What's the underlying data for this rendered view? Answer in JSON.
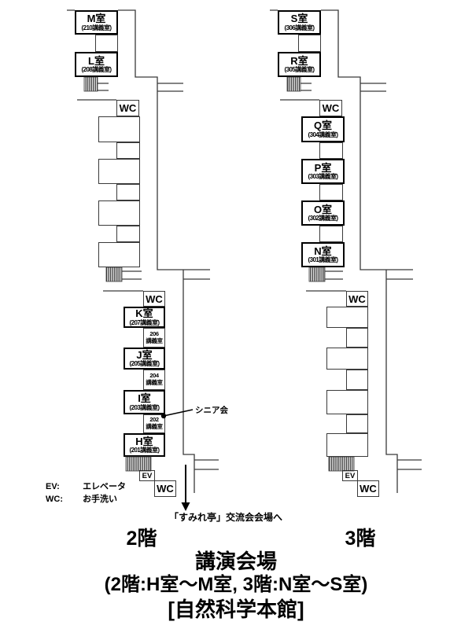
{
  "floor2": {
    "label": "2階",
    "rooms": {
      "m": {
        "name": "M室",
        "sub": "(210講義室)"
      },
      "l": {
        "name": "L室",
        "sub": "(208講義室)"
      },
      "k": {
        "name": "K室",
        "sub": "(207講義室)"
      },
      "j": {
        "name": "J室",
        "sub": "(205講義室)"
      },
      "i": {
        "name": "I室",
        "sub": "(203講義室)"
      },
      "h": {
        "name": "H室",
        "sub": "(201講義室)"
      }
    },
    "mini_rooms": {
      "r206": {
        "num": "206",
        "label": "講義室"
      },
      "r204": {
        "num": "204",
        "label": "講義室"
      },
      "r202": {
        "num": "202",
        "label": "講義室"
      }
    },
    "annotation": "シニア会",
    "exit_note": "「すみれ亭」交流会会場へ"
  },
  "floor3": {
    "label": "3階",
    "rooms": {
      "s": {
        "name": "S室",
        "sub": "(306講義室)"
      },
      "r": {
        "name": "R室",
        "sub": "(305講義室)"
      },
      "q": {
        "name": "Q室",
        "sub": "(304講義室)"
      },
      "p": {
        "name": "P室",
        "sub": "(303講義室)"
      },
      "o": {
        "name": "O室",
        "sub": "(302講義室)"
      },
      "n": {
        "name": "N室",
        "sub": "(301講義室)"
      }
    }
  },
  "labels": {
    "wc": "WC",
    "ev": "EV"
  },
  "legend": {
    "ev_key": "EV:",
    "ev_value": "エレベータ",
    "wc_key": "WC:",
    "wc_value": "お手洗い"
  },
  "footer": {
    "title": "講演会場",
    "subtitle": "(2階:H室〜M室, 3階:N室〜S室)",
    "building": "[自然科学本館]"
  }
}
